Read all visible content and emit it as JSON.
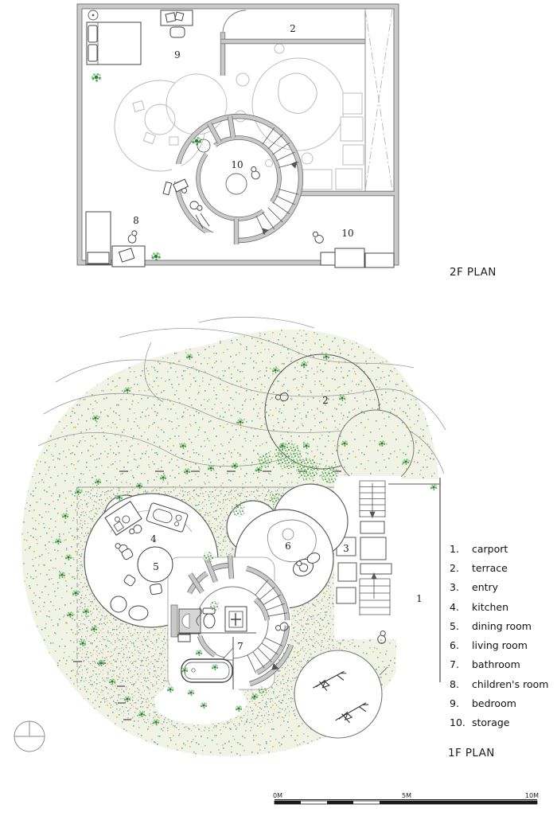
{
  "plans": {
    "f2": {
      "title": "2F PLAN",
      "labels": {
        "terrace": "2",
        "bedroom": "9",
        "storage_center": "10",
        "childrens_room": "8",
        "storage_right": "10"
      }
    },
    "f1": {
      "title": "1F PLAN",
      "labels": {
        "terrace": "2",
        "entry": "3",
        "living_room": "6",
        "dining_room": "5",
        "kitchen": "4",
        "bathroom": "7",
        "carport": "1"
      }
    }
  },
  "legend": {
    "items": [
      {
        "number": "1.",
        "label": "carport"
      },
      {
        "number": "2.",
        "label": "terrace"
      },
      {
        "number": "3.",
        "label": "entry"
      },
      {
        "number": "4.",
        "label": "kitchen"
      },
      {
        "number": "5.",
        "label": "dining room"
      },
      {
        "number": "6.",
        "label": "living room"
      },
      {
        "number": "7.",
        "label": "bathroom"
      },
      {
        "number": "8.",
        "label": "children's room"
      },
      {
        "number": "9.",
        "label": "bedroom"
      },
      {
        "number": "10.",
        "label": "storage"
      }
    ]
  },
  "scale_bar": {
    "start": "0M",
    "middle": "5M",
    "end": "10M"
  },
  "colors": {
    "wall_gray": "#c9c9c9",
    "wall_edge": "#6e6e6e",
    "drawing_line": "#555555",
    "cloud_gray": "#bcbcbc",
    "speckle_teal": "#6ab9a8",
    "speckle_gray": "#b7bbb1",
    "speckle_yellow": "#d4ca2e",
    "plant_green": "#57a657",
    "wash_green": "#f1f4e4",
    "gravel_gray": "#a3a3a3"
  }
}
